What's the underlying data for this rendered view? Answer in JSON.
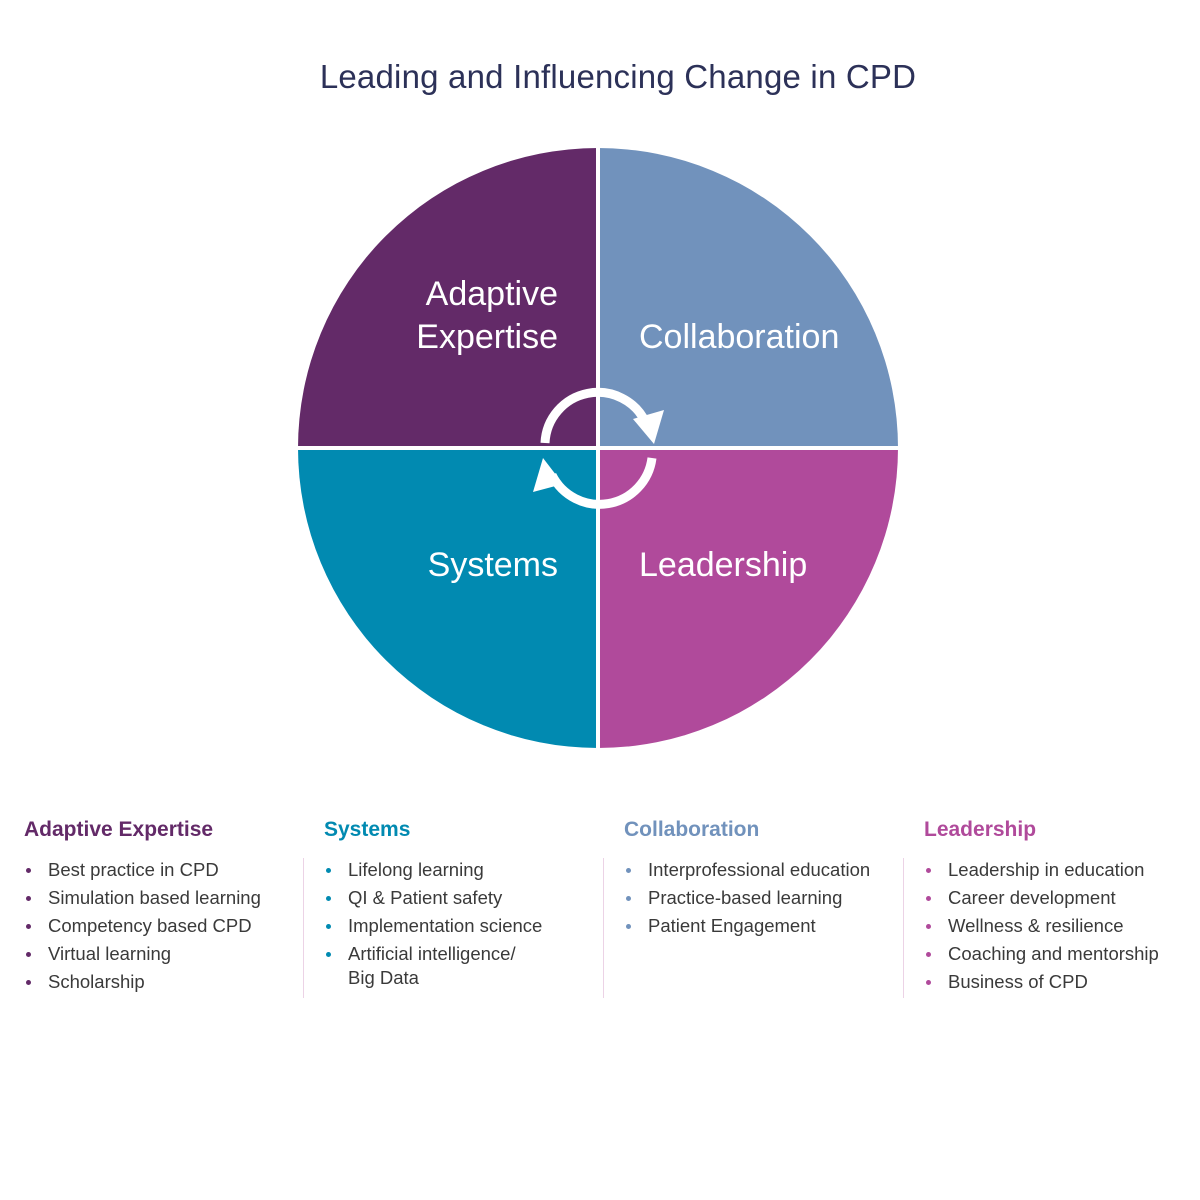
{
  "title": "Leading and Influencing Change in CPD",
  "colors": {
    "adaptive": "#632a68",
    "collaboration": "#7192bc",
    "systems": "#018ab1",
    "leadership": "#b04a9b",
    "divider": "#ecd3e6"
  },
  "quadrants": {
    "adaptive": {
      "line1": "Adaptive",
      "line2": "Expertise"
    },
    "collaboration": {
      "label": "Collaboration"
    },
    "systems": {
      "label": "Systems"
    },
    "leadership": {
      "label": "Leadership"
    }
  },
  "cycle_icon": "circular-arrows-icon",
  "columns": [
    {
      "title": "Adaptive Expertise",
      "color_key": "adaptive",
      "items": [
        "Best practice in CPD",
        "Simulation based learning",
        "Competency based CPD",
        "Virtual learning",
        "Scholarship"
      ]
    },
    {
      "title": "Systems",
      "color_key": "systems",
      "items": [
        "Lifelong  learning",
        "QI  & Patient safety",
        "Implementation science",
        "Artificial intelligence/\nBig Data"
      ]
    },
    {
      "title": "Collaboration",
      "color_key": "collaboration",
      "items": [
        "Interprofessional education",
        "Practice-based learning",
        "Patient Engagement"
      ]
    },
    {
      "title": "Leadership",
      "color_key": "leadership",
      "items": [
        "Leadership in education",
        "Career development",
        "Wellness & resilience",
        "Coaching and mentorship",
        "Business of CPD"
      ]
    }
  ]
}
